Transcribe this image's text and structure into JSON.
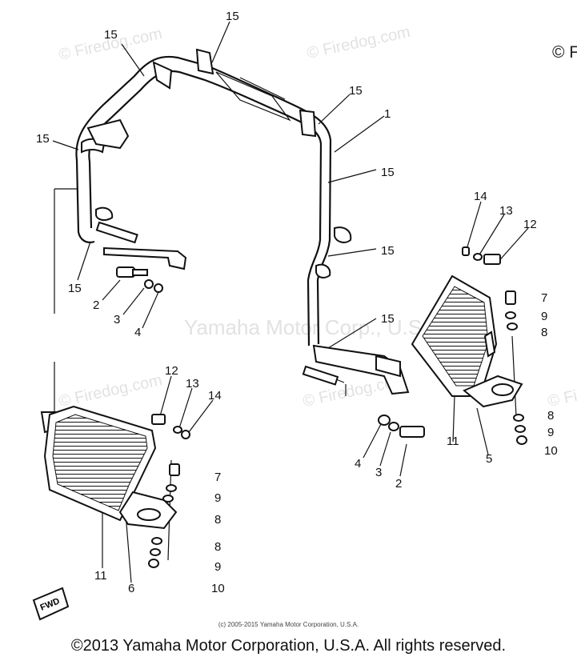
{
  "watermarks": {
    "firedog_1": "© Firedog.com",
    "firedog_2": "© Firedog.com",
    "firedog_3": "© Firedog.com",
    "firedog_4": "© Firedog.com",
    "firedog_5": "© Fi",
    "firedog_6": "© Fi",
    "yamaha": "Yamaha Motor Corp., U.S.A."
  },
  "fwd_label": "FWD",
  "part_labels": {
    "p15_a": "15",
    "p15_b": "15",
    "p15_c": "15",
    "p15_d": "15",
    "p15_e": "15",
    "p15_f": "15",
    "p15_g": "15",
    "p15_h": "15",
    "p1": "1",
    "p14_r": "14",
    "p13_r": "13",
    "p12_r": "12",
    "p7_r": "7",
    "p9_r1": "9",
    "p8_r1": "8",
    "p8_r2": "8",
    "p9_r2": "9",
    "p10_r": "10",
    "p2_l": "2",
    "p3_l": "3",
    "p4_l": "4",
    "p12_l": "12",
    "p13_l": "13",
    "p14_l": "14",
    "p7_l": "7",
    "p9_l1": "9",
    "p8_l1": "8",
    "p8_l2": "8",
    "p9_l2": "9",
    "p10_l": "10",
    "p11_l": "11",
    "p6": "6",
    "p4_r": "4",
    "p3_r": "3",
    "p2_r": "2",
    "p11_r": "11",
    "p5": "5"
  },
  "copyright_small": "(c) 2005-2015 Yamaha Motor Corporation, U.S.A.",
  "copyright_main": "©2013 Yamaha Motor Corporation, U.S.A. All rights reserved."
}
